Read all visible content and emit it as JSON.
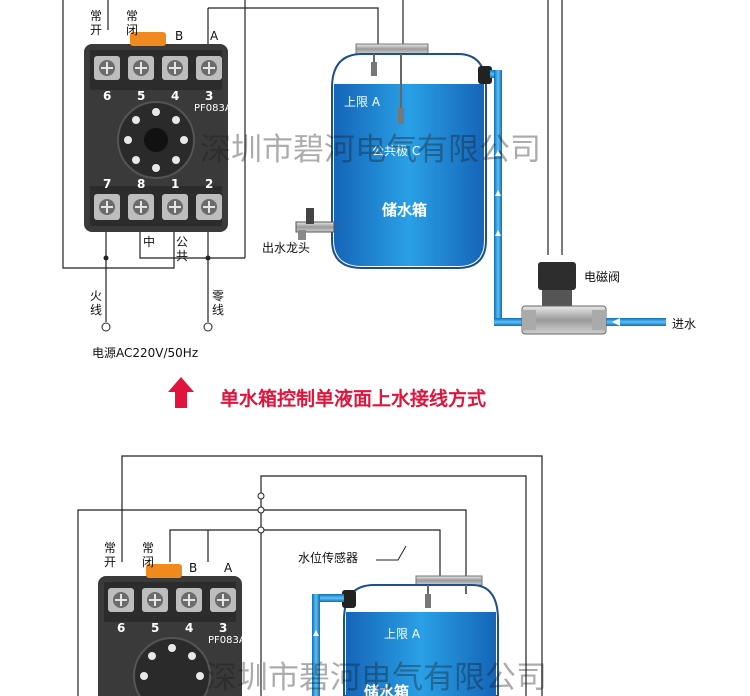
{
  "top": {
    "relay": {
      "top_labels": {
        "no": "常\n开",
        "nc": "常\n闭",
        "b": "B",
        "a": "A"
      },
      "top_terms": [
        "6",
        "5",
        "4",
        "3"
      ],
      "model": "PF083A",
      "bottom_terms": [
        "7",
        "8",
        "1",
        "2"
      ],
      "bottom_labels": {
        "zhong": "中",
        "gonggong": "公\n共"
      }
    },
    "power": {
      "live": "火\n线",
      "neutral": "零\n线",
      "source": "电源AC220V/50Hz"
    },
    "tank": {
      "upper": "上限 A",
      "common": "公共极 C",
      "title": "储水箱"
    },
    "faucet": "出水龙头",
    "valve": "电磁阀",
    "inlet": "进水",
    "watermark": "深圳市碧河电气有限公司"
  },
  "caption": "单水箱控制单液面上水接线方式",
  "bottom": {
    "relay": {
      "top_labels": {
        "no": "常\n开",
        "nc": "常\n闭",
        "b": "B",
        "a": "A"
      },
      "top_terms": [
        "6",
        "5",
        "4",
        "3"
      ],
      "model": "PF083A"
    },
    "sensor": "水位传感器",
    "tank": {
      "upper": "上限 A",
      "title": "储水箱"
    },
    "watermark": "深圳市碧河电气有限公司"
  },
  "colors": {
    "water": "#1e8fd8",
    "pipe": "#1a90d6",
    "relay": "#3c3c3c",
    "orange": "#f08a1e",
    "caption": "#e0143c"
  }
}
